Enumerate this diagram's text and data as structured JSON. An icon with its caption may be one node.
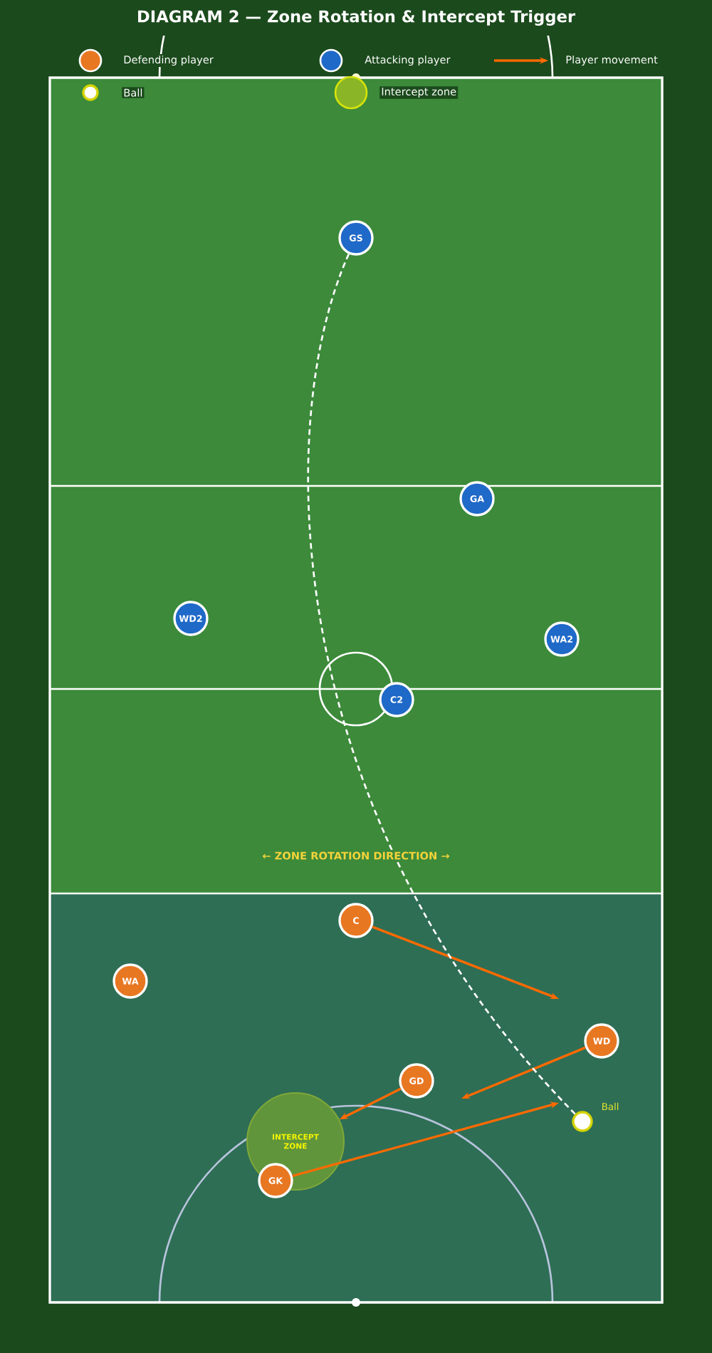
{
  "diagram": {
    "title": "DIAGRAM 2 — Zone Rotation & Intercept Trigger",
    "nodes": [
      {
        "text": [
          "GS"
        ]
      },
      {
        "text": [
          "GA"
        ]
      },
      {
        "text": [
          "WD2"
        ]
      },
      {
        "text": [
          "WA2"
        ]
      },
      {
        "text": [
          "C2"
        ]
      },
      {
        "text": [
          "C"
        ]
      },
      {
        "text": [
          "WA"
        ]
      },
      {
        "text": [
          "WD"
        ]
      },
      {
        "text": [
          "GD"
        ]
      },
      {
        "text": [
          "GK"
        ]
      },
      {
        "text": [],
        "shape": "circle",
        "beside": [
          "Ball"
        ]
      },
      {
        "text": [
          "INTERCEPT ZONE"
        ]
      }
    ],
    "edges": [
      {
        "from": 5,
        "to": null,
        "arrow": "to"
      },
      {
        "from": 7,
        "to": null,
        "arrow": "to"
      },
      {
        "from": 8,
        "to": 11,
        "arrow": "to"
      },
      {
        "from": 9,
        "to": null,
        "arrow": "to"
      },
      {
        "from": 0,
        "to": 10,
        "arrow": "none",
        "style": "dashed",
        "color": "#ffffff"
      }
    ],
    "labels": [
      "← ZONE ROTATION DIRECTION →"
    ],
    "legend": [
      {
        "text": "Defending player",
        "color": "#e87722"
      },
      {
        "text": "Attacking player",
        "color": "#1f69c8"
      },
      {
        "text": "Player movement"
      },
      {
        "text": "Ball"
      },
      {
        "text": "Intercept zone",
        "color": "#8ab526"
      }
    ]
  }
}
